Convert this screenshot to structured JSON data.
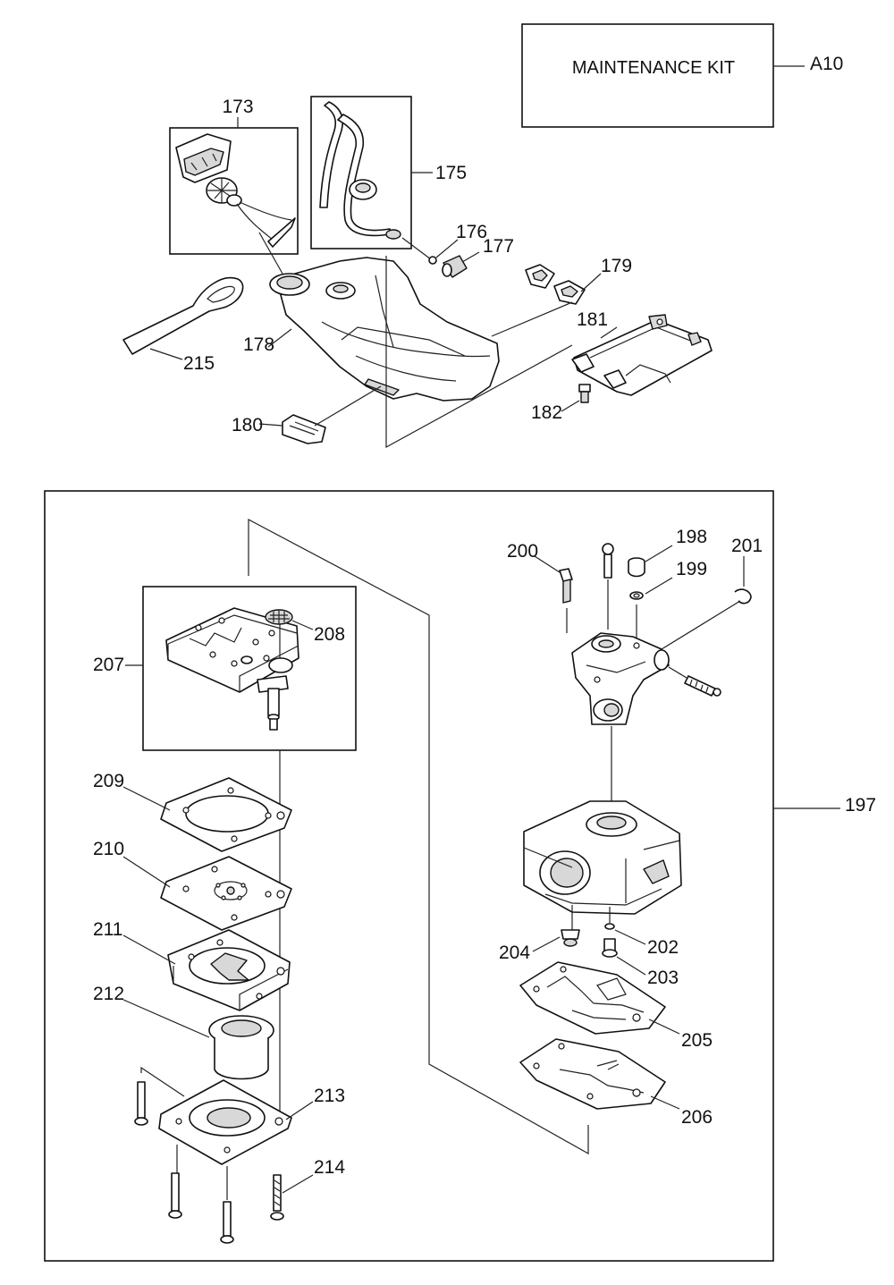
{
  "kit_box": {
    "text": "MAINTENANCE KIT",
    "code": "A10"
  },
  "callouts": {
    "c173": "173",
    "c175": "175",
    "c176": "176",
    "c177": "177",
    "c178": "178",
    "c179": "179",
    "c180": "180",
    "c181": "181",
    "c182": "182",
    "c215": "215",
    "c197": "197",
    "c198": "198",
    "c199": "199",
    "c200": "200",
    "c201": "201",
    "c202": "202",
    "c203": "203",
    "c204": "204",
    "c205": "205",
    "c206": "206",
    "c207": "207",
    "c208": "208",
    "c209": "209",
    "c210": "210",
    "c211": "211",
    "c212": "212",
    "c213": "213",
    "c214": "214"
  }
}
